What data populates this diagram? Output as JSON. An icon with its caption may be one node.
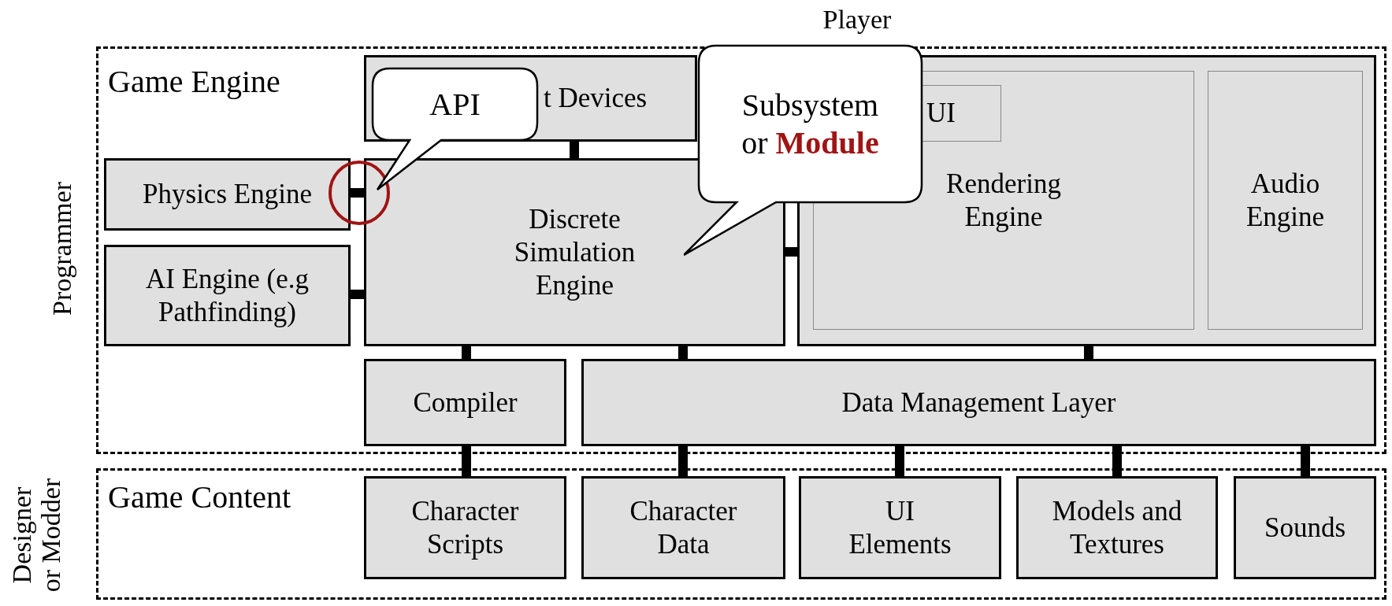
{
  "diagram": {
    "nodes": [
      {
        "text": [
          "Game Engine"
        ]
      },
      {
        "text": [
          "t Devices"
        ],
        "in": 0
      },
      {
        "text": [
          "Physics Engine"
        ],
        "in": 0
      },
      {
        "text": [
          "AI Engine (e.g Pathfinding)"
        ],
        "in": 0
      },
      {
        "text": [
          "Discrete Simulation Engine"
        ],
        "in": 0
      },
      {
        "text": [],
        "shape": "box",
        "in": 0
      },
      {
        "text": [
          "Rendering Engine"
        ],
        "in": 5
      },
      {
        "text": [
          "UI"
        ],
        "in": 6
      },
      {
        "text": [
          "Audio Engine"
        ],
        "in": 5
      },
      {
        "text": [
          "Compiler"
        ],
        "in": 0
      },
      {
        "text": [
          "Data Management Layer"
        ],
        "in": 0
      },
      {
        "text": [
          "Game Content"
        ]
      },
      {
        "text": [
          "Character Scripts"
        ],
        "in": 11
      },
      {
        "text": [
          "Character Data"
        ],
        "in": 11
      },
      {
        "text": [
          "UI Elements"
        ],
        "in": 11
      },
      {
        "text": [
          "Models and Textures"
        ],
        "in": 11
      },
      {
        "text": [
          "Sounds"
        ],
        "in": 11
      },
      {
        "text": [
          "API"
        ],
        "in": 0
      },
      {
        "text": [
          "Subsystem or **Module**"
        ],
        "in": 0
      }
    ],
    "edges": [
      {
        "from": 1,
        "to": 4,
        "arrow": "none"
      },
      {
        "from": 2,
        "to": 4,
        "arrow": "none"
      },
      {
        "from": 3,
        "to": 4,
        "arrow": "none"
      },
      {
        "from": 4,
        "to": 5,
        "arrow": "none"
      },
      {
        "from": 4,
        "to": 9,
        "arrow": "none"
      },
      {
        "from": 4,
        "to": 10,
        "arrow": "none"
      },
      {
        "from": 5,
        "to": 10,
        "arrow": "none"
      },
      {
        "from": 9,
        "to": 12,
        "arrow": "none"
      },
      {
        "from": 10,
        "to": 13,
        "arrow": "none"
      },
      {
        "from": 10,
        "to": 14,
        "arrow": "none"
      },
      {
        "from": 10,
        "to": 15,
        "arrow": "none"
      },
      {
        "from": 10,
        "to": 16,
        "arrow": "none"
      }
    ],
    "labels": [
      "Player",
      "Programmer",
      "Designer or Modder"
    ]
  }
}
